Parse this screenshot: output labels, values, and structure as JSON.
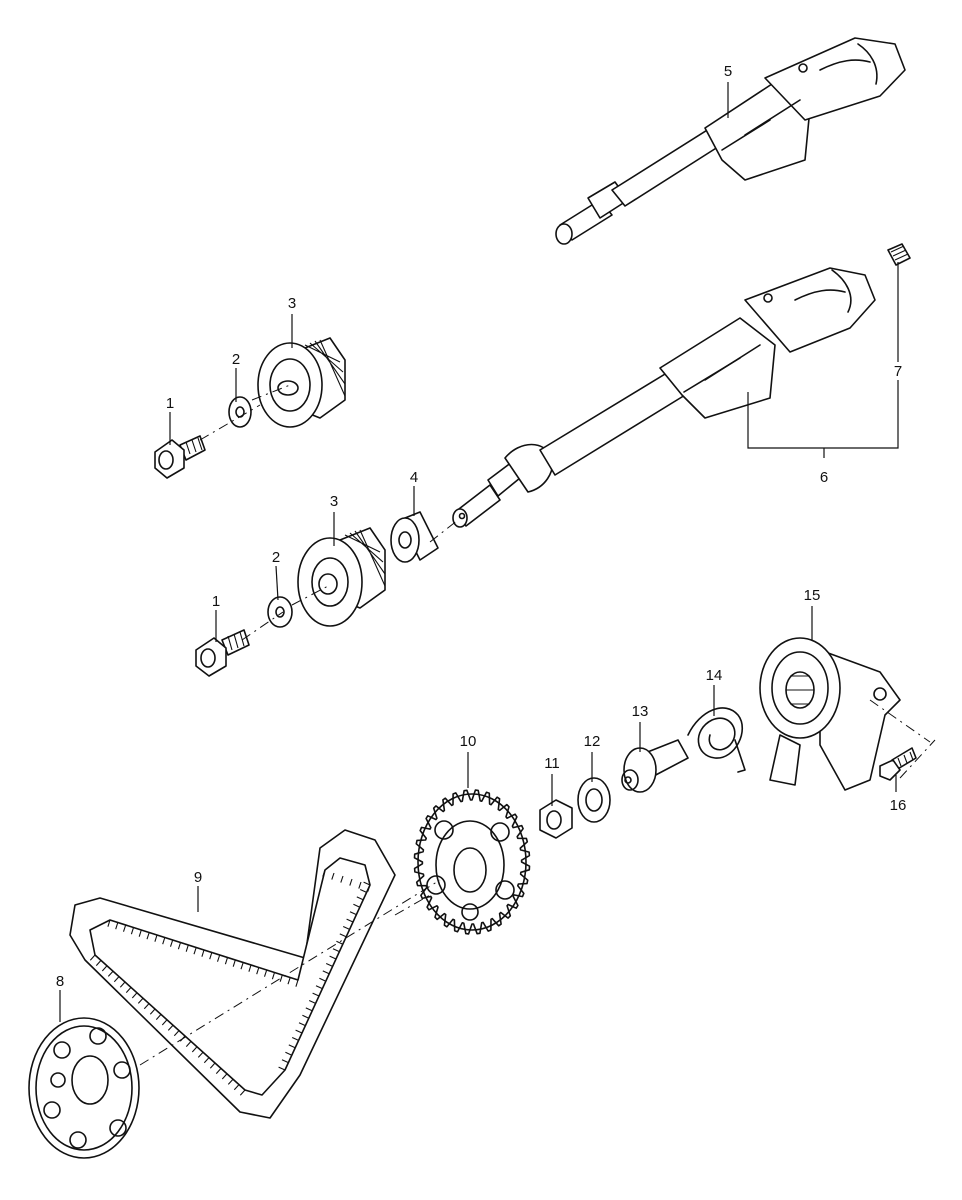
{
  "callouts": [
    {
      "id": "c1a",
      "label": "1"
    },
    {
      "id": "c1b",
      "label": "1"
    },
    {
      "id": "c2a",
      "label": "2"
    },
    {
      "id": "c2b",
      "label": "2"
    },
    {
      "id": "c3a",
      "label": "3"
    },
    {
      "id": "c3b",
      "label": "3"
    },
    {
      "id": "c4",
      "label": "4"
    },
    {
      "id": "c5",
      "label": "5"
    },
    {
      "id": "c6",
      "label": "6"
    },
    {
      "id": "c7",
      "label": "7"
    },
    {
      "id": "c8",
      "label": "8"
    },
    {
      "id": "c9",
      "label": "9"
    },
    {
      "id": "c10",
      "label": "10"
    },
    {
      "id": "c11",
      "label": "11"
    },
    {
      "id": "c12",
      "label": "12"
    },
    {
      "id": "c13",
      "label": "13"
    },
    {
      "id": "c14",
      "label": "14"
    },
    {
      "id": "c15",
      "label": "15"
    },
    {
      "id": "c16",
      "label": "16"
    }
  ],
  "colors": {
    "ink": "#111111",
    "paper": "#ffffff"
  }
}
